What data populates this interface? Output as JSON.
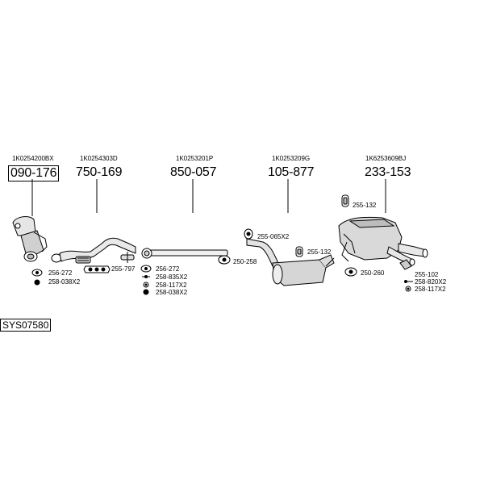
{
  "parts": [
    {
      "oem": "1K0254200BX",
      "number": "090-176"
    },
    {
      "oem": "1K0254303D",
      "number": "750-169"
    },
    {
      "oem": "1K0253201P",
      "number": "850-057"
    },
    {
      "oem": "1K0253209G",
      "number": "105-877"
    },
    {
      "oem": "1K6253609BJ",
      "number": "233-153"
    }
  ],
  "fittings": {
    "f1": "256-272",
    "f2": "258-038X2",
    "f3": "255-797",
    "f4": "256-272",
    "f5": "258-835X2",
    "f6": "258-117X2",
    "f7": "258-038X2",
    "f8": "250-258",
    "f9": "255-065X2",
    "f10": "255-132",
    "f11": "255-132",
    "f12": "250-260",
    "f13": "255-102",
    "f14": "258-820X2",
    "f15": "258-117X2"
  },
  "system_code": "SYS07580"
}
